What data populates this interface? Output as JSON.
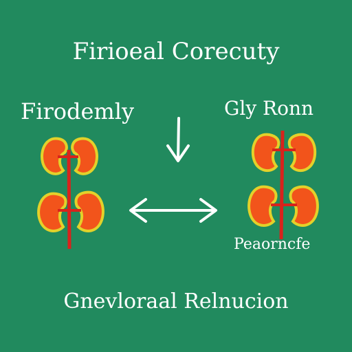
{
  "diagram": {
    "title": "Firioeal Corecuty",
    "left_label": "Firodemly",
    "right_label": "Gly Ronn",
    "bottom_right_label": "Peaorncfe",
    "footer": "Gnevloraal Relnucion",
    "colors": {
      "background": "#218a5e",
      "kidney_fill": "#f2541b",
      "kidney_outline": "#e3d12a",
      "vessel": "#d8231c",
      "arrow": "#ffffff"
    }
  }
}
